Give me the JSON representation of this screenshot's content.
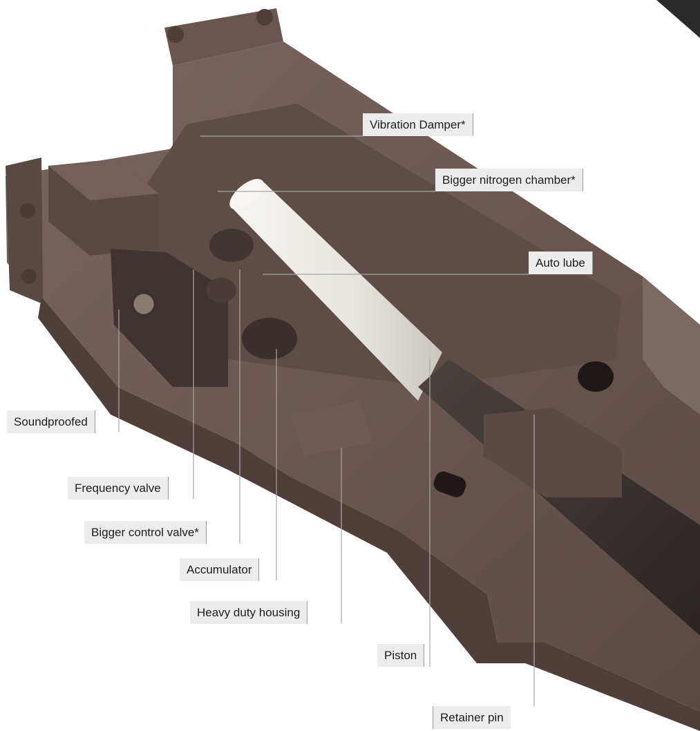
{
  "labels": {
    "vibration_damper": "Vibration Damper*",
    "nitrogen_chamber": "Bigger nitrogen chamber*",
    "auto_lube": "Auto lube",
    "soundproofed": "Soundproofed",
    "frequency_valve": "Frequency valve",
    "control_valve": "Bigger control valve*",
    "accumulator": "Accumulator",
    "heavy_duty_housing": "Heavy duty housing",
    "piston": "Piston",
    "retainer_pin": "Retainer pin"
  },
  "colors": {
    "housing": "#6b5550",
    "housing_dark": "#4f3e3a",
    "housing_light": "#85706a",
    "chamber": "#ecebe6",
    "rod": "#3a3432",
    "leader_line": "#a8a8a8",
    "label_background": "#ececec"
  }
}
